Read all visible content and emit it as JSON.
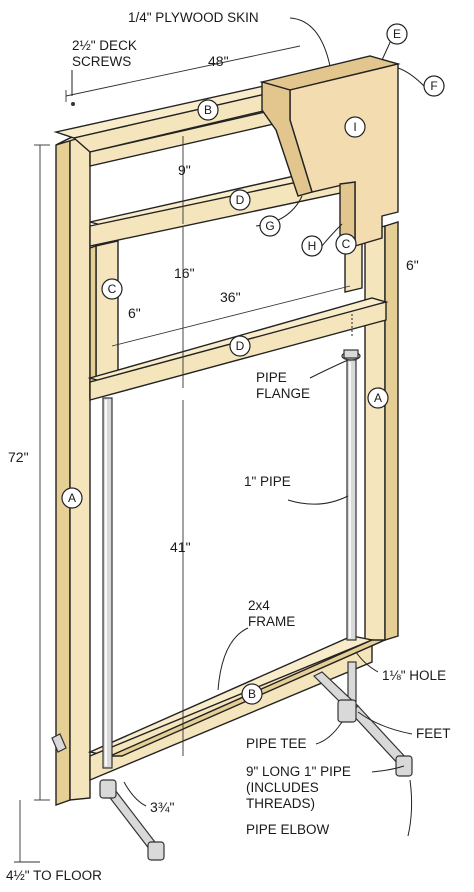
{
  "labels": {
    "plywood_skin": "1/4\" PLYWOOD SKIN",
    "deck_screws_1": "2½\" DECK",
    "deck_screws_2": "SCREWS",
    "pipe_flange_1": "PIPE",
    "pipe_flange_2": "FLANGE",
    "one_inch_pipe": "1\" PIPE",
    "frame_1": "2x4",
    "frame_2": "FRAME",
    "hole": "1⅛\" HOLE",
    "feet": "FEET",
    "pipe_tee": "PIPE TEE",
    "long_pipe_1": "9\" LONG 1\" PIPE",
    "long_pipe_2": "(INCLUDES",
    "long_pipe_3": "THREADS)",
    "pipe_elbow": "PIPE ELBOW",
    "to_floor": "4½\" TO FLOOR"
  },
  "dimensions": {
    "width_48": "48\"",
    "gap_9": "9\"",
    "gap_16": "16\"",
    "span_36": "36\"",
    "gap_41": "41\"",
    "height_72": "72\"",
    "inset_6_left": "6\"",
    "inset_6_right": "6\"",
    "offset_3_3_4": "3¾\""
  },
  "callouts": {
    "A": "A",
    "B": "B",
    "C": "C",
    "D": "D",
    "E": "E",
    "F": "F",
    "G": "G",
    "H": "H",
    "I": "I"
  }
}
